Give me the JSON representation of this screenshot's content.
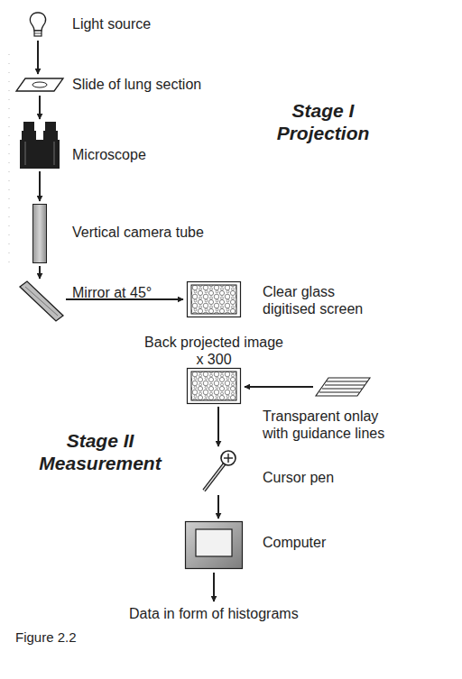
{
  "diagram": {
    "nodes": [
      {
        "text": [
          "Light source"
        ]
      },
      {
        "text": [
          "Slide of lung section"
        ]
      },
      {
        "text": [
          "Microscope"
        ]
      },
      {
        "text": [
          "Vertical camera tube"
        ]
      },
      {
        "text": [
          "Mirror at 45°"
        ]
      },
      {
        "text": [
          "Clear glass digitised screen"
        ]
      },
      {
        "text": [
          "Back projected image x 300"
        ]
      },
      {
        "text": [
          "Transparent onlay with guidance lines"
        ]
      },
      {
        "text": [
          "Cursor pen"
        ]
      },
      {
        "text": [
          "Computer"
        ]
      },
      {
        "text": [
          "Data in form of histograms"
        ]
      }
    ],
    "edges": [
      {
        "from": 0,
        "to": 1,
        "arrow": "to"
      },
      {
        "from": 1,
        "to": 2,
        "arrow": "to"
      },
      {
        "from": 2,
        "to": 3,
        "arrow": "to"
      },
      {
        "from": 3,
        "to": 4,
        "arrow": "to"
      },
      {
        "from": 4,
        "to": 5,
        "arrow": "to"
      },
      {
        "from": 7,
        "to": 6,
        "arrow": "to"
      },
      {
        "from": 6,
        "to": 8,
        "arrow": "to"
      },
      {
        "from": 8,
        "to": 9,
        "arrow": "to"
      },
      {
        "from": 9,
        "to": 10,
        "arrow": "to"
      }
    ],
    "labels": [
      "Stage I Projection",
      "Stage II Measurement",
      "Figure 2.2"
    ]
  }
}
